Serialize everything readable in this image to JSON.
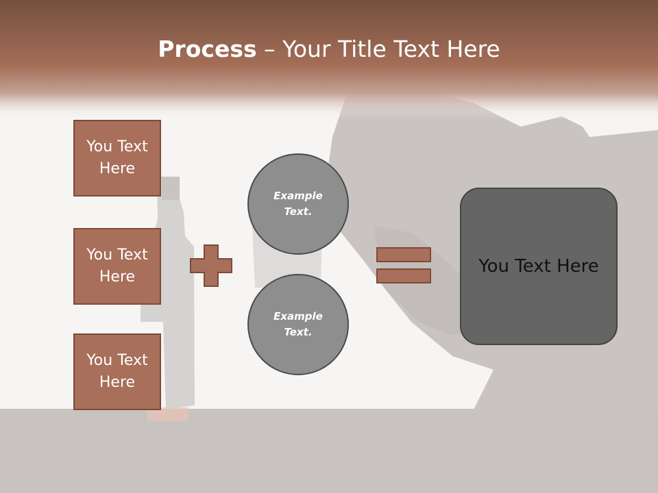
{
  "slide": {
    "title_bold": "Process",
    "title_rest": " – Your Title Text Here"
  },
  "inputs": [
    {
      "label": "You Text\nHere"
    },
    {
      "label": "You Text\nHere"
    },
    {
      "label": "You Text\nHere"
    }
  ],
  "circles": [
    {
      "label": "Example\nText."
    },
    {
      "label": "Example\nText."
    }
  ],
  "result": {
    "label": "You Text Here"
  },
  "operators": {
    "plus": "plus-sign",
    "equals": "equals-sign"
  },
  "colors": {
    "header": "#a06a55",
    "box_fill": "#a86f5b",
    "circle_fill": "#8e8e8e",
    "result_fill": "#656565"
  }
}
